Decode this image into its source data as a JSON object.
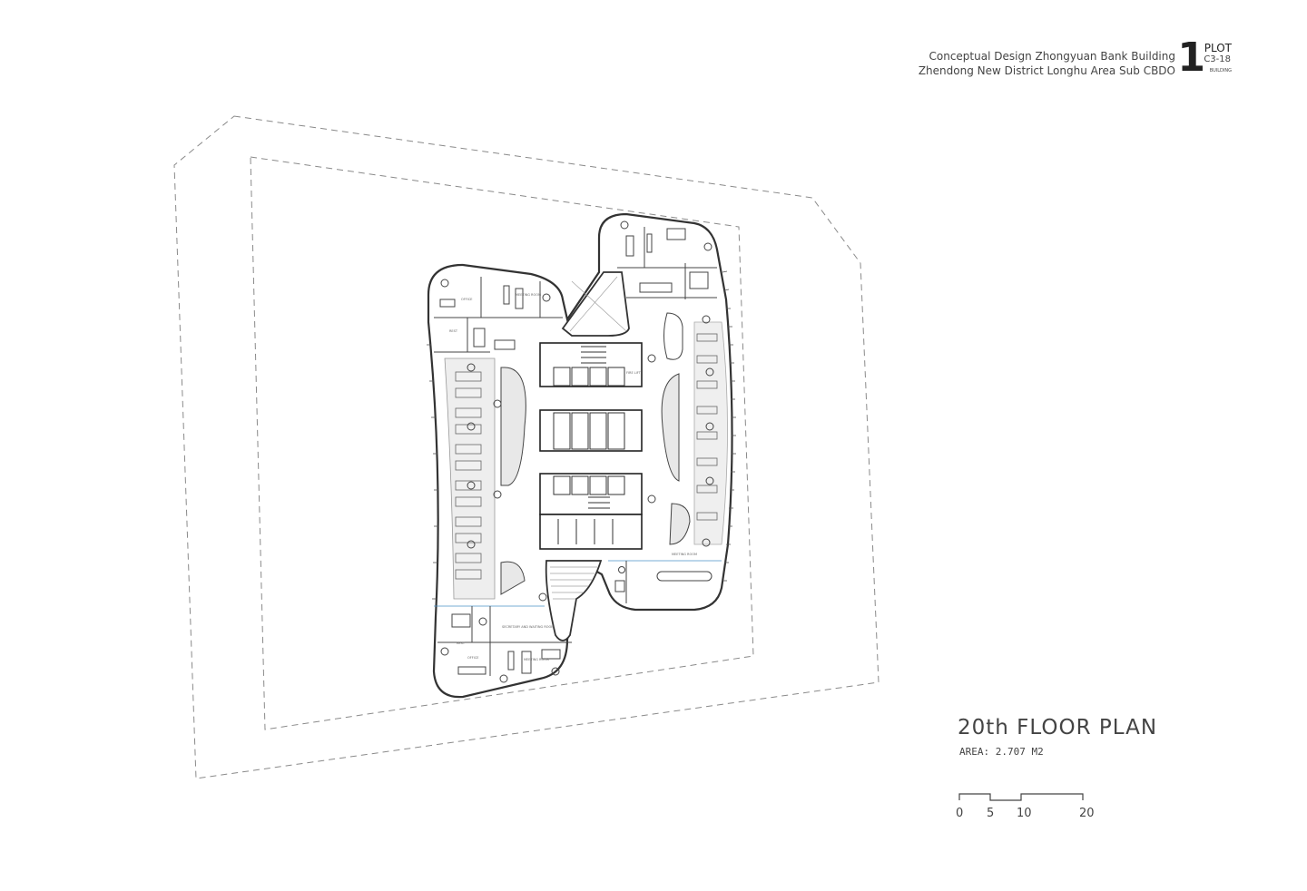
{
  "title_block": {
    "line1": "Conceptual Design  Zhongyuan Bank Building",
    "line2": "Zhendong New District Longhu Area Sub CBDO",
    "number": "1",
    "plot": "PLOT",
    "code": "C3-18",
    "building": "BUILDING"
  },
  "plan": {
    "title": "20th  FLOOR  PLAN",
    "area": "AREA: 2.707  M2"
  },
  "rooms": {
    "office_top": "OFFICE",
    "meeting_top": "MEETING ROOM",
    "rest_top": "REST",
    "fire_lift": "FIRE LIFT",
    "meeting_right": "MEETING ROOM",
    "secretary": "SECRETARY AND WAITING ROOM",
    "rest_bottom": "REST",
    "office_bottom": "OFFICE",
    "meeting_bottom": "MEETING ROOM"
  },
  "scale": {
    "labels": [
      "0",
      "5",
      "10",
      "20"
    ]
  },
  "colors": {
    "line": "#333333",
    "dashed": "#888888",
    "fill_light": "#e6e6e6",
    "accent_line": "#4a90c8"
  }
}
